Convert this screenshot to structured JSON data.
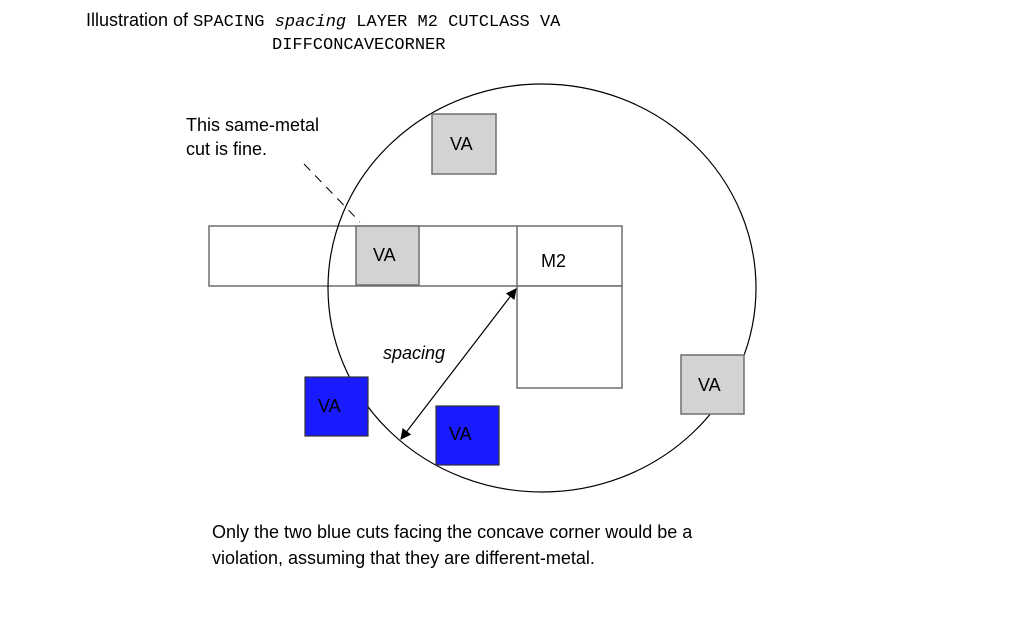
{
  "title": {
    "prefix": "Illustration of ",
    "keyword1": "SPACING ",
    "param": "spacing",
    "keyword2": " LAYER M2 CUTCLASS VA",
    "line2": "DIFFCONCAVECORNER"
  },
  "annotation": {
    "text": "This same-metal\ncut is fine."
  },
  "shapes": {
    "metal_label": "M2",
    "spacing_label": "spacing",
    "cuts": [
      {
        "label": "VA",
        "status": "same-metal",
        "color": "#d3d3d3"
      },
      {
        "label": "VA",
        "status": "gray",
        "color": "#d3d3d3"
      },
      {
        "label": "VA",
        "status": "gray",
        "color": "#d3d3d3"
      },
      {
        "label": "VA",
        "status": "violation",
        "color": "#1a1aff"
      },
      {
        "label": "VA",
        "status": "violation",
        "color": "#1a1aff"
      }
    ]
  },
  "caption": {
    "text": "Only the two blue cuts facing the concave corner would be a\nviolation, assuming that they are different-metal."
  },
  "colors": {
    "gray_cut": "#d3d3d3",
    "blue_cut": "#1a1aff",
    "outline": "#6e6e6e",
    "line": "#000000"
  }
}
